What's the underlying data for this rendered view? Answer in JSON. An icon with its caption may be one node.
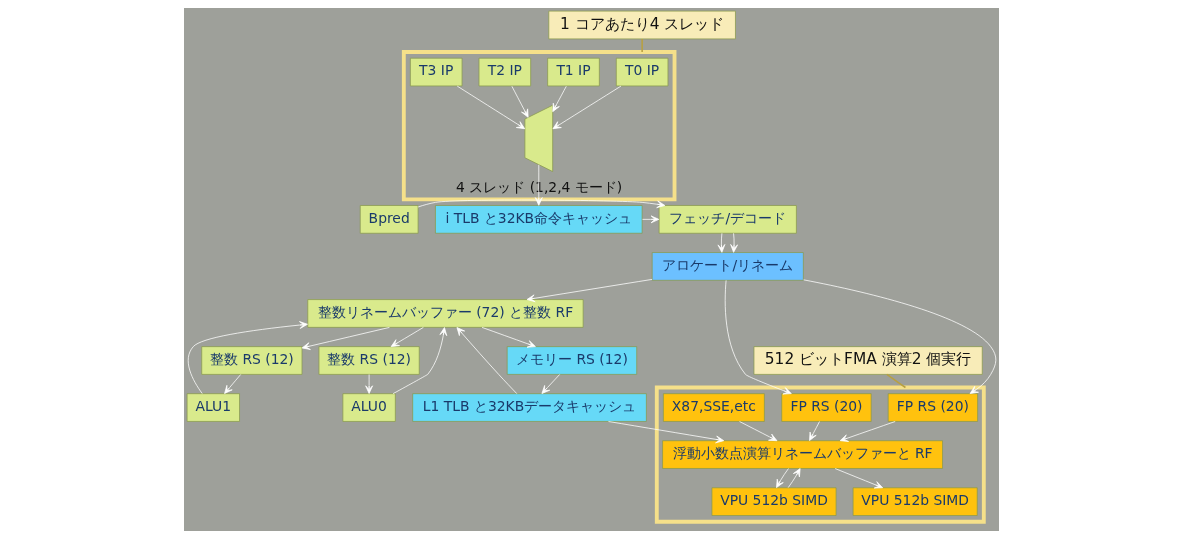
{
  "diagram": {
    "nodes": [
      {
        "text": [
          "4 スレッド (1,2,4 モード)"
        ]
      },
      {
        "text": [
          "T0 IP"
        ],
        "in": 0
      },
      {
        "text": [
          "T1 IP"
        ],
        "in": 0
      },
      {
        "text": [
          "T2 IP"
        ],
        "in": 0
      },
      {
        "text": [
          "T3 IP"
        ],
        "in": 0
      },
      {
        "text": [],
        "shape": "trapezoid",
        "in": 0
      },
      {
        "text": [
          "i TLB と32KB命令キャッシュ"
        ]
      },
      {
        "text": [
          "フェッチ/デコード"
        ]
      },
      {
        "text": [
          "Bpred"
        ]
      },
      {
        "text": [
          "アロケート/リネーム"
        ]
      },
      {
        "text": [
          "整数リネームバッファー (72) と整数 RF"
        ]
      },
      {
        "text": [
          "メモリー RS (12)"
        ]
      },
      {
        "text": [
          "整数 RS (12)"
        ]
      },
      {
        "text": [
          "整数 RS (12)"
        ]
      },
      {
        "text": [
          "L1 TLB と32KBデータキャッシュ"
        ]
      },
      {
        "text": [
          "ALU0"
        ]
      },
      {
        "text": [
          "ALU1"
        ]
      },
      {
        "text": [],
        "shape": "box"
      },
      {
        "text": [
          "FP RS (20)"
        ],
        "in": 17
      },
      {
        "text": [
          "FP RS (20)"
        ],
        "in": 17
      },
      {
        "text": [
          "浮動小数点演算リネームバッファーと RF"
        ],
        "in": 17
      },
      {
        "text": [
          "VPU 512b SIMD"
        ],
        "in": 17
      },
      {
        "text": [
          "VPU 512b SIMD"
        ],
        "in": 17
      },
      {
        "text": [
          "X87,SSE,etc"
        ],
        "in": 17
      },
      {
        "text": [
          "1 コアあたり4 スレッド"
        ]
      },
      {
        "text": [
          "512 ビットFMA 演算2 個実行"
        ]
      }
    ],
    "edges": [
      {
        "from": 1,
        "to": 5,
        "arrow": "to"
      },
      {
        "from": 2,
        "to": 5,
        "arrow": "to"
      },
      {
        "from": 3,
        "to": 5,
        "arrow": "to"
      },
      {
        "from": 4,
        "to": 5,
        "arrow": "to"
      },
      {
        "from": 5,
        "to": 6,
        "arrow": "to"
      },
      {
        "from": 6,
        "to": 7,
        "arrow": "to"
      },
      {
        "from": 8,
        "to": 7,
        "arrow": "to"
      },
      {
        "from": 7,
        "to": 9,
        "arrow": "to"
      },
      {
        "from": 7,
        "to": 9,
        "arrow": "to"
      },
      {
        "from": 9,
        "to": 10,
        "arrow": "to"
      },
      {
        "from": 9,
        "to": 18,
        "arrow": "to"
      },
      {
        "from": 9,
        "to": 19,
        "arrow": "to"
      },
      {
        "from": 10,
        "to": 11,
        "arrow": "to"
      },
      {
        "from": 10,
        "to": 12,
        "arrow": "to"
      },
      {
        "from": 10,
        "to": 13,
        "arrow": "to"
      },
      {
        "from": 11,
        "to": 14,
        "arrow": "to"
      },
      {
        "from": 12,
        "to": 15,
        "arrow": "to"
      },
      {
        "from": 13,
        "to": 16,
        "arrow": "to"
      },
      {
        "from": 14,
        "to": 10,
        "arrow": "to"
      },
      {
        "from": 15,
        "to": 10,
        "arrow": "to"
      },
      {
        "from": 16,
        "to": 10,
        "arrow": "to"
      },
      {
        "from": 14,
        "to": 20,
        "arrow": "to"
      },
      {
        "from": 18,
        "to": 20,
        "arrow": "to"
      },
      {
        "from": 19,
        "to": 20,
        "arrow": "to"
      },
      {
        "from": 20,
        "to": 21,
        "arrow": "to"
      },
      {
        "from": 20,
        "to": 22,
        "arrow": "to"
      },
      {
        "from": 21,
        "to": 20,
        "arrow": "to"
      },
      {
        "from": 23,
        "to": 20,
        "arrow": "to"
      },
      {
        "from": 24,
        "to": 0,
        "arrow": "none",
        "color": "#b8a040"
      },
      {
        "from": 25,
        "to": 17,
        "arrow": "none",
        "color": "#b8a040"
      }
    ]
  }
}
